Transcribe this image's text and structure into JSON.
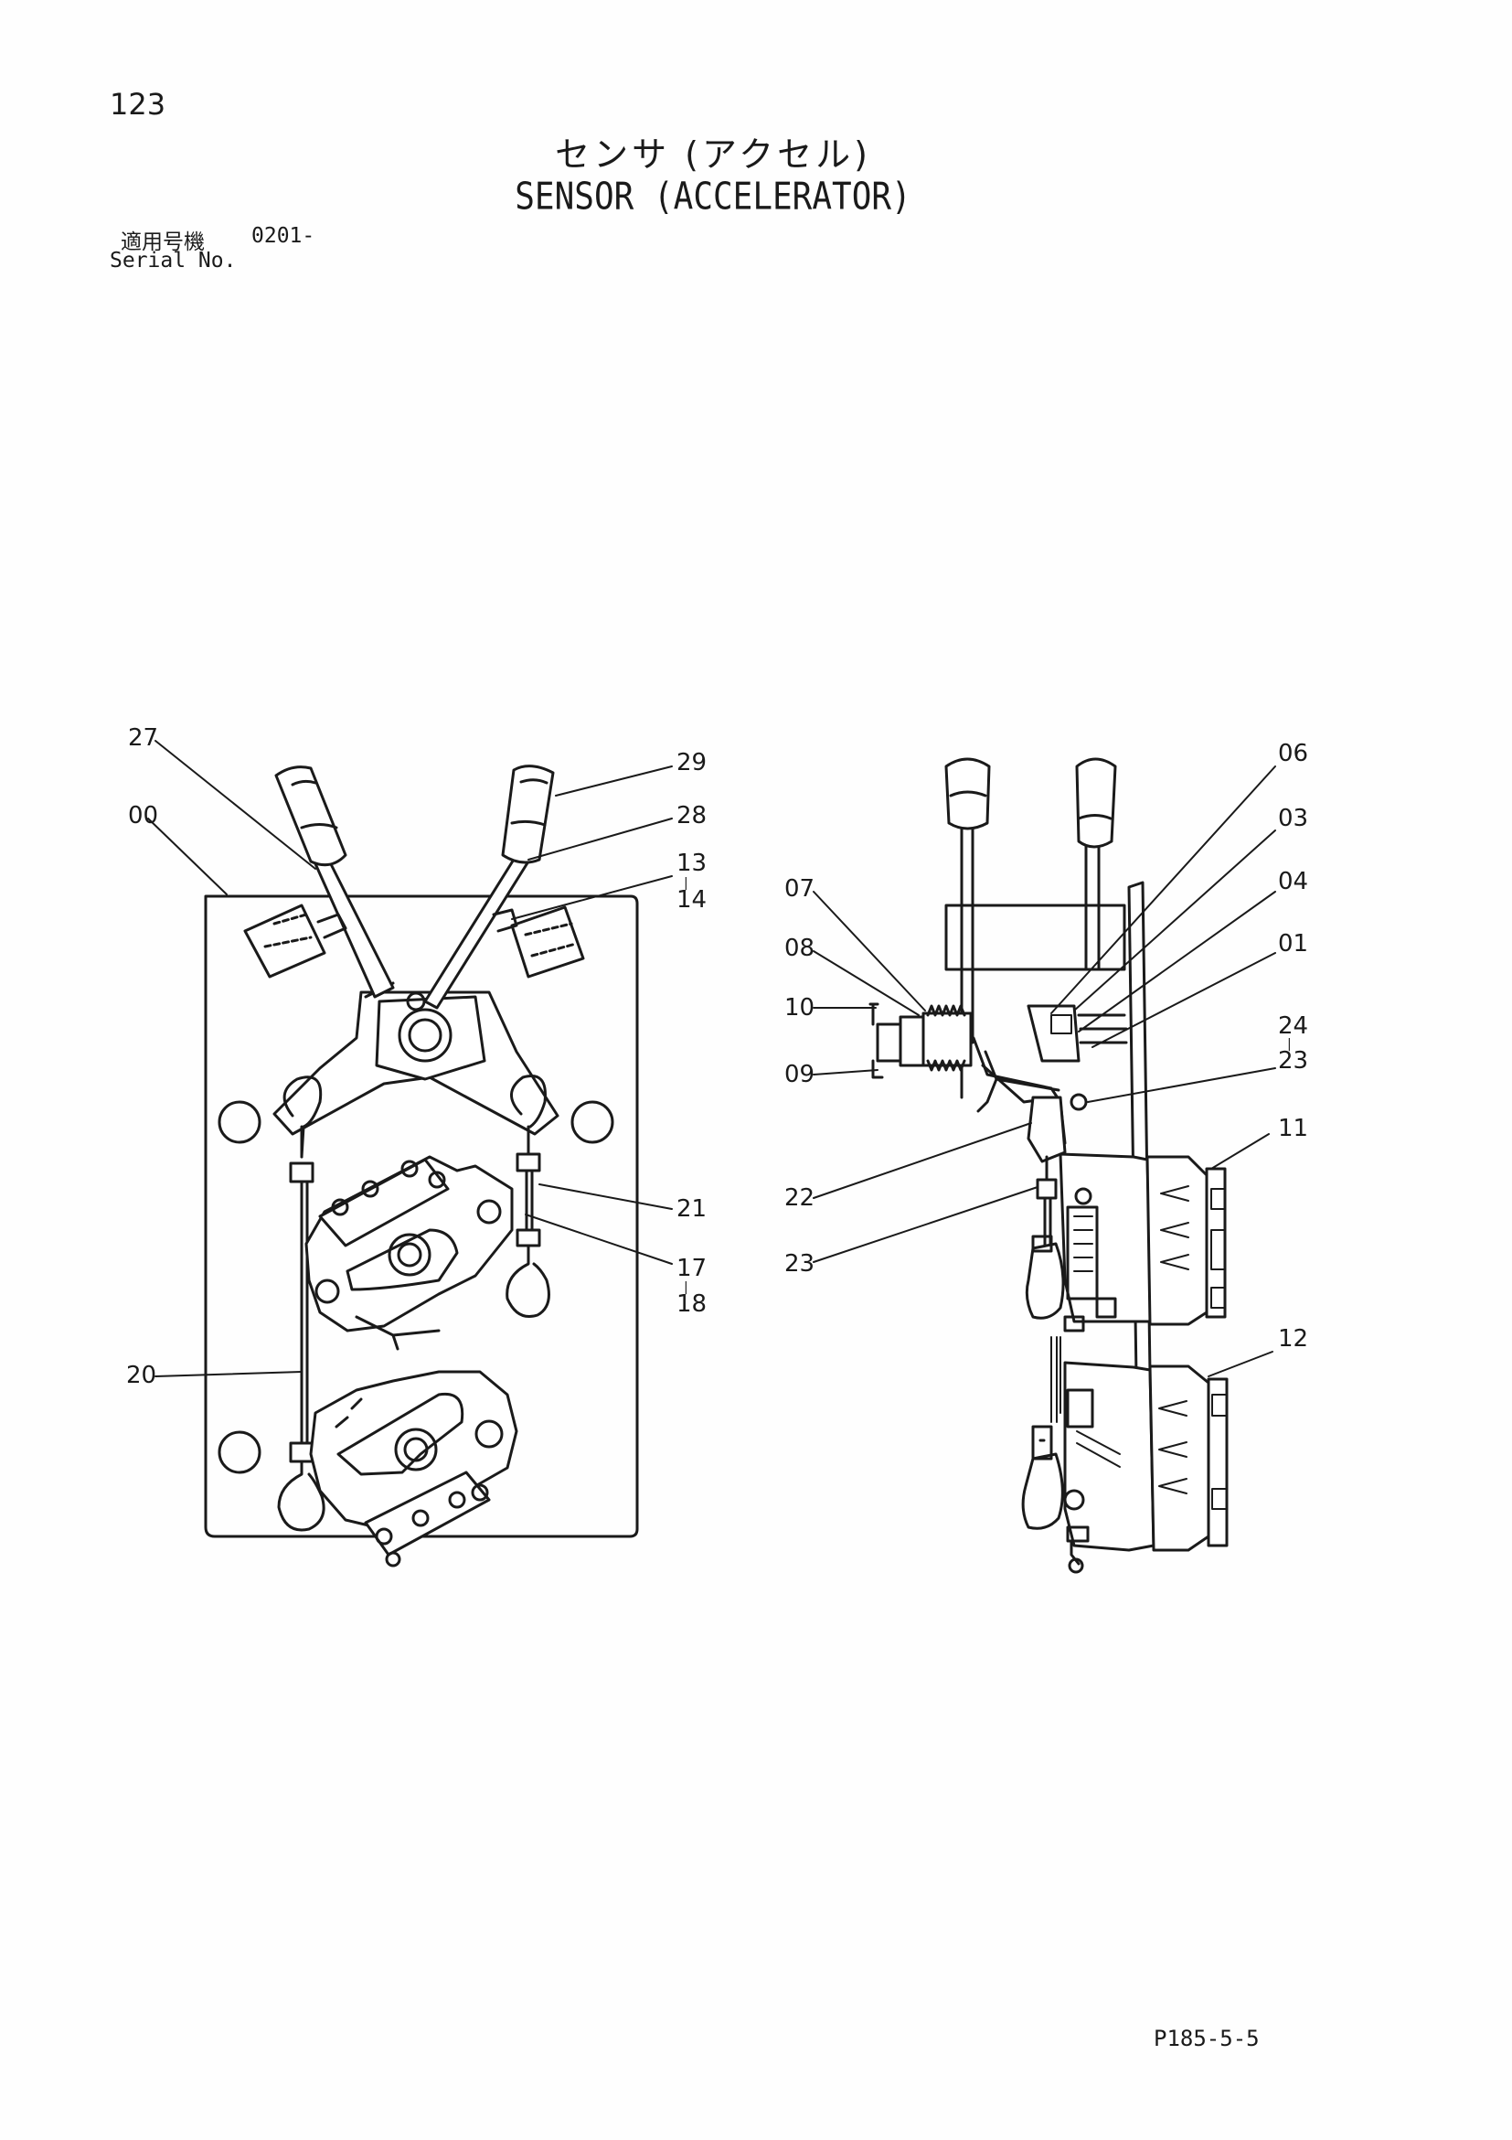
{
  "header": {
    "page_number": "123",
    "title_jp": "センサ (アクセル)",
    "title_en": "SENSOR (ACCELERATOR)",
    "serial_label_jp": "適用号機",
    "serial_value": "0201-",
    "serial_label_en": "Serial No."
  },
  "footer": {
    "doc_code": "P185-5-5"
  },
  "callouts_left": {
    "c27": "27",
    "c00": "00",
    "c29": "29",
    "c28": "28",
    "c13": "13",
    "c13_sep": "|",
    "c14": "14",
    "c21": "21",
    "c17": "17",
    "c17_sep": "|",
    "c18": "18",
    "c20": "20"
  },
  "callouts_right": {
    "c07": "07",
    "c08": "08",
    "c10": "10",
    "c09": "09",
    "c06": "06",
    "c03": "03",
    "c04": "04",
    "c01": "01",
    "c24": "24",
    "c24_sep": "|",
    "c23a": "23",
    "c11": "11",
    "c22": "22",
    "c23b": "23",
    "c12": "12"
  }
}
